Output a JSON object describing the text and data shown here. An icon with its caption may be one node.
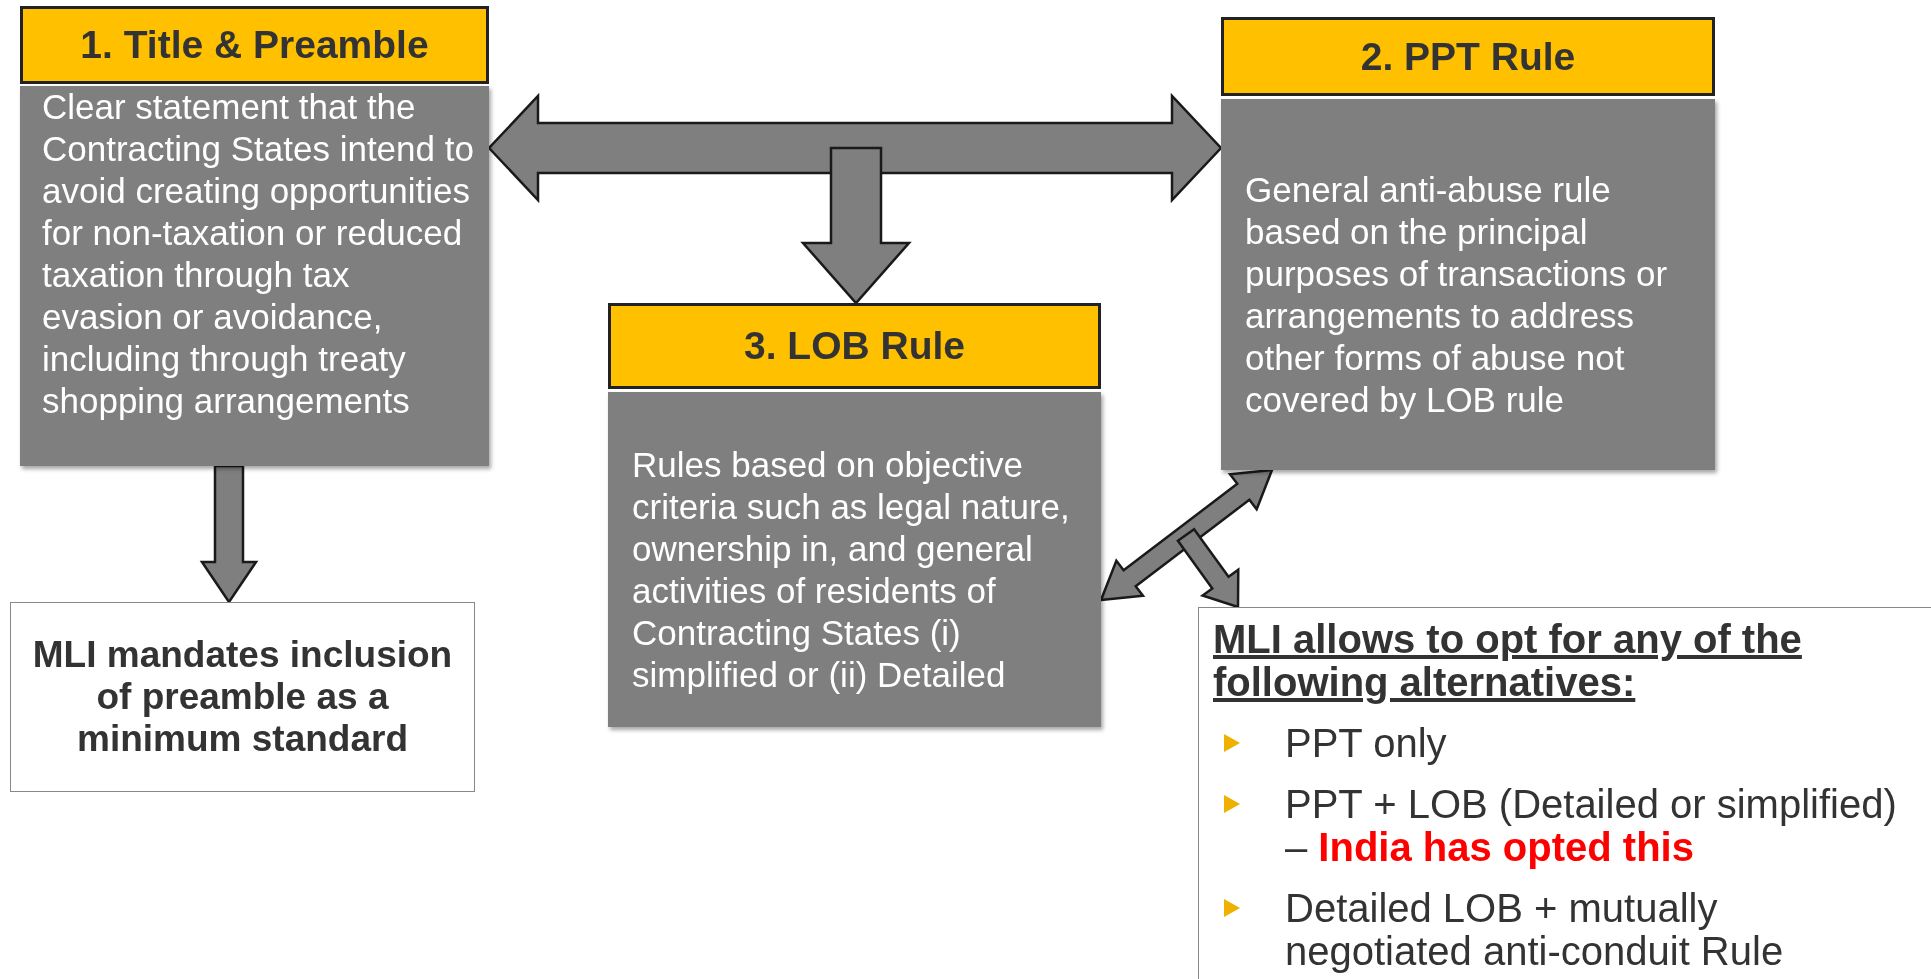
{
  "diagram": {
    "nodes": [
      {
        "text": [
          "1. Title & Preamble",
          "Clear statement that the Contracting States intend to avoid creating opportunities for non-taxation or reduced taxation through tax evasion or avoidance, including through treaty shopping arrangements"
        ]
      },
      {
        "text": [
          "2. PPT Rule",
          "General anti-abuse rule based on the principal purposes of transactions or arrangements to address other forms of abuse not covered by LOB rule"
        ]
      },
      {
        "text": [
          "3. LOB Rule",
          "Rules based on objective criteria such as legal nature, ownership in, and general activities of residents of Contracting States (i) simplified or (ii) Detailed"
        ]
      },
      {
        "text": [
          "MLI mandates inclusion of preamble as a minimum standard"
        ]
      },
      {
        "text": [
          "MLI allows to opt for any of the following alternatives:",
          "PPT only",
          "PPT + LOB (Detailed or simplified) – **India has opted this**",
          "Detailed LOB + mutually negotiated anti-conduit Rule"
        ]
      }
    ],
    "edges": [
      {
        "from": 0,
        "to": 1,
        "arrow": "both"
      },
      {
        "from": null,
        "to": 2,
        "arrow": "to"
      },
      {
        "from": 0,
        "to": 3,
        "arrow": "to"
      },
      {
        "from": 2,
        "to": 1,
        "arrow": "both"
      },
      {
        "from": null,
        "to": 4,
        "arrow": "to"
      }
    ]
  }
}
